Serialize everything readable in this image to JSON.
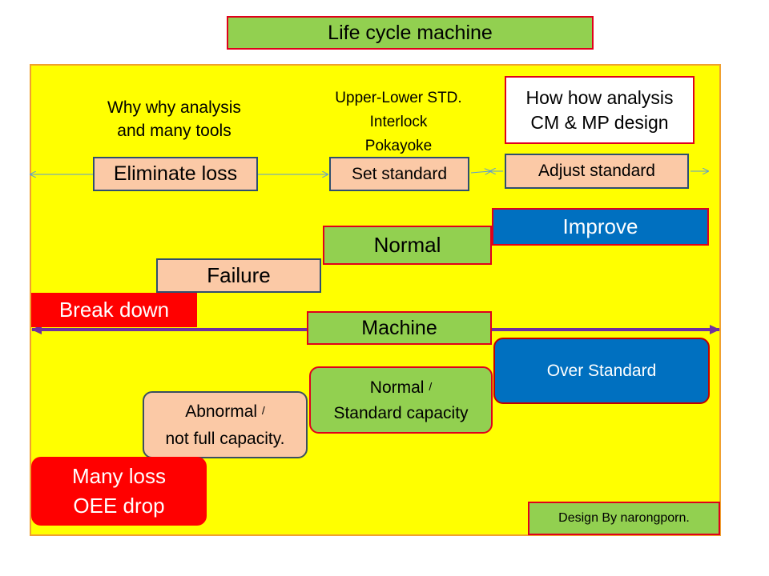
{
  "title": "Life cycle machine",
  "notes": {
    "why_line1": "Why why analysis",
    "why_line2": "and many tools",
    "std_line1": "Upper-Lower STD.",
    "std_line2": "Interlock",
    "std_line3": "Pokayoke",
    "how_line1": "How how analysis",
    "how_line2": "CM & MP design"
  },
  "actions": {
    "eliminate": "Eliminate loss",
    "set_standard": "Set standard",
    "adjust_standard": "Adjust standard"
  },
  "levels": {
    "improve": "Improve",
    "normal": "Normal",
    "failure": "Failure",
    "break_down": "Break down",
    "machine": "Machine"
  },
  "states": {
    "over_standard": "Over Standard",
    "normal_cap_line1": "Normal",
    "normal_cap_line2": "Standard capacity",
    "abnormal_line1": "Abnormal",
    "abnormal_line2": "not full capacity.",
    "slash": "/",
    "many_loss_line1": "Many loss",
    "many_loss_line2": "OEE drop"
  },
  "credit": "Design By narongporn.",
  "colors": {
    "panel": "#ffff00",
    "green": "#92d050",
    "peach": "#fbc9a6",
    "blue": "#0070c0",
    "red": "#ff0000",
    "machine_axis": "#7030a0"
  }
}
